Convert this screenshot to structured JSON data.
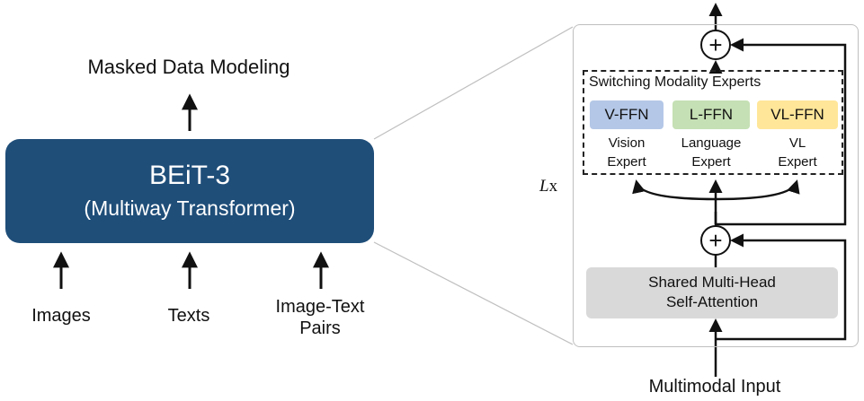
{
  "output_label": "Masked Data Modeling",
  "model": {
    "name": "BEiT-3",
    "subtitle": "(Multiway Transformer)"
  },
  "inputs": {
    "images": "Images",
    "texts": "Texts",
    "pairs_line1": "Image-Text",
    "pairs_line2": "Pairs"
  },
  "detail": {
    "experts_title": "Switching Modality Experts",
    "experts": [
      {
        "ffn": "V-FFN",
        "line1": "Vision",
        "line2": "Expert",
        "color": "#b4c7e7"
      },
      {
        "ffn": "L-FFN",
        "line1": "Language",
        "line2": "Expert",
        "color": "#c5e0b4"
      },
      {
        "ffn": "VL-FFN",
        "line1": "VL",
        "line2": "Expert",
        "color": "#ffe699"
      }
    ],
    "repeat_symbol": "L",
    "repeat_suffix": "x",
    "attention_line1": "Shared Multi-Head",
    "attention_line2": "Self-Attention",
    "add_symbol": "+",
    "input_label": "Multimodal Input"
  },
  "colors": {
    "model_box": "#1f4e79",
    "attention_box": "#d9d9d9",
    "panel_border": "#bfbfbf"
  }
}
